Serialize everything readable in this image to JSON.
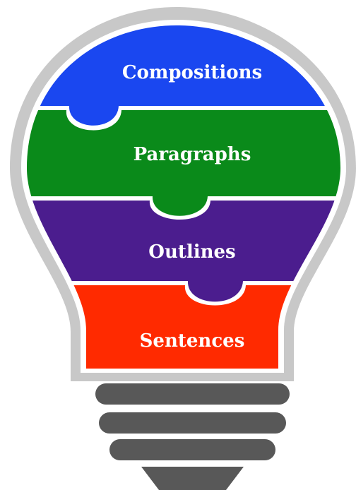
{
  "diagram": {
    "type": "lightbulb-puzzle",
    "layers": [
      {
        "label": "Compositions",
        "color": "#1a47f0"
      },
      {
        "label": "Paragraphs",
        "color": "#0a8a1a"
      },
      {
        "label": "Outlines",
        "color": "#4b1d8e"
      },
      {
        "label": "Sentences",
        "color": "#ff2a00"
      }
    ],
    "bulb_outline_color": "#c8c8c8",
    "base_color": "#585858",
    "separator_color": "#ffffff"
  }
}
